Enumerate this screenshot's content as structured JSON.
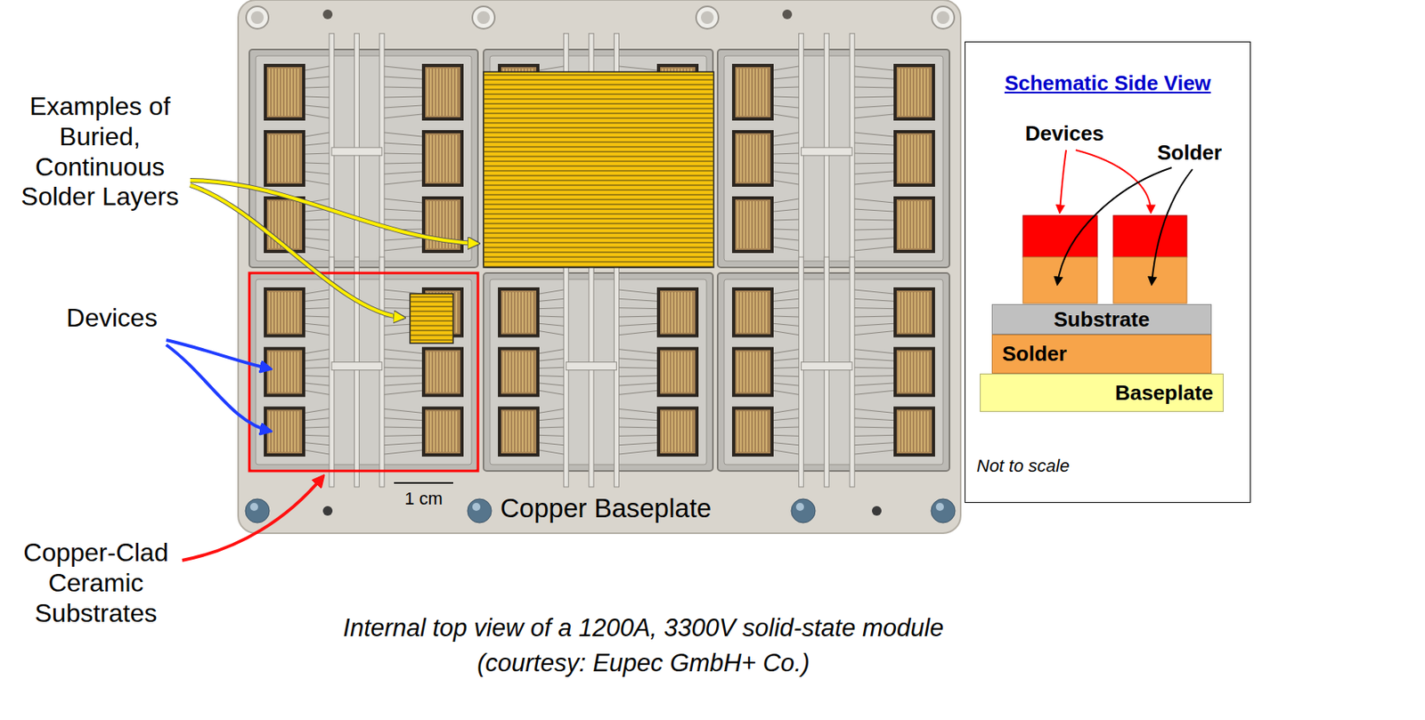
{
  "diagram": {
    "caption": "Internal top view of a 1200A, 3300V solid-state module (courtesy: Eupec GmbH+ Co.)",
    "nodes": [
      {
        "text": [
          "Schematic Side View",
          "Not to scale"
        ]
      },
      {
        "text": [
          "Substrate"
        ],
        "in": 0
      },
      {
        "text": [
          "Solder"
        ],
        "in": 0
      },
      {
        "text": [
          "Baseplate"
        ],
        "in": 0
      }
    ],
    "labels": [
      "Examples of Buried, Continuous Solder Layers",
      "Devices",
      "Copper-Clad Ceramic Substrates",
      "1 cm",
      "Copper Baseplate",
      "Devices",
      "Solder"
    ]
  }
}
